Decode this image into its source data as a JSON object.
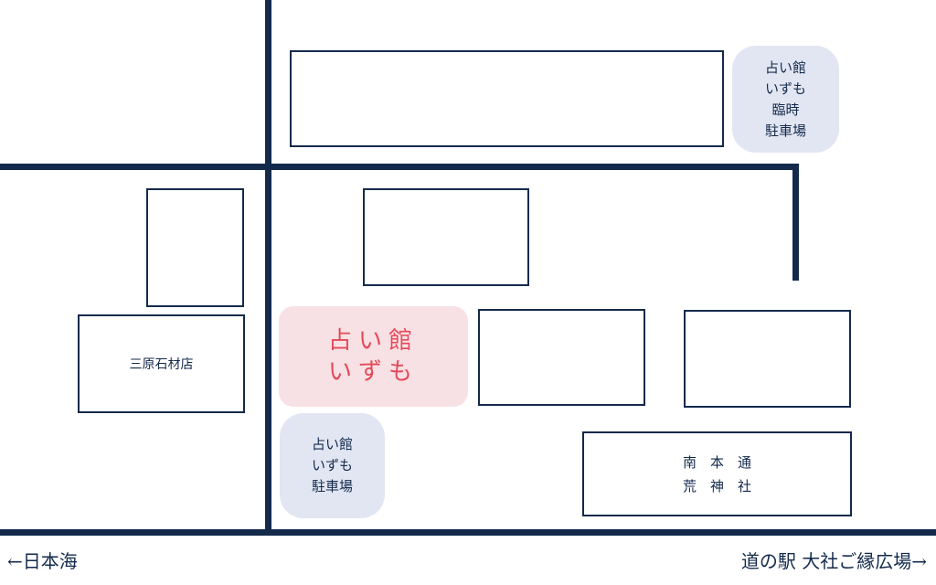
{
  "map": {
    "shop": {
      "name_line1": "占い館",
      "name_line2": "いずも"
    },
    "parking_temp": {
      "line1": "占い館",
      "line2": "いずも",
      "line3": "臨時",
      "line4": "駐車場"
    },
    "parking_main": {
      "line1": "占い館",
      "line2": "いずも",
      "line3": "駐車場"
    },
    "stone_shop": {
      "label": "三原石材店"
    },
    "shrine": {
      "line1": "南　本　通",
      "line2": "荒　神　社"
    },
    "direction_left": {
      "label": "←日本海"
    },
    "direction_right": {
      "label": "道の駅 大社ご縁広場→"
    },
    "colors": {
      "road": "#132a4b",
      "parking_bubble": "#e2e6f3",
      "shop_highlight": "#f8e1e4",
      "shop_text": "#e44a5a"
    }
  }
}
